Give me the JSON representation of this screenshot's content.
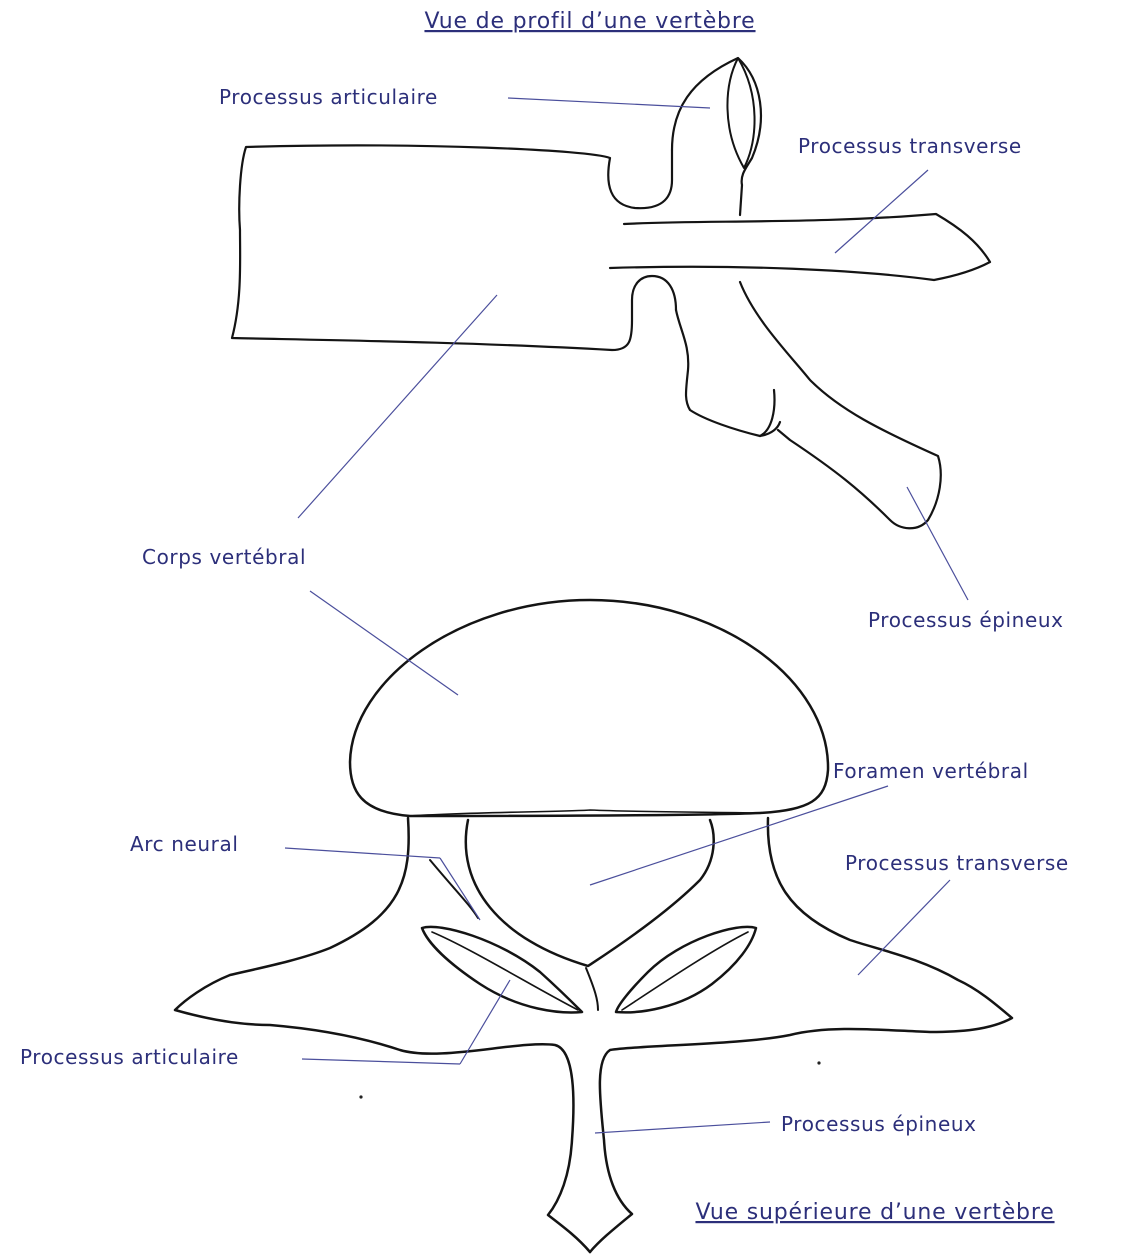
{
  "titles": {
    "side_view": "Vue de profil d’une vertèbre",
    "top_view": "Vue supérieure d’une vertèbre"
  },
  "side_view": {
    "articular_process": "Processus articulaire",
    "transverse_process": "Processus transverse",
    "vertebral_body": "Corps vertébral",
    "spinous_process": "Processus épineux"
  },
  "top_view": {
    "vertebral_foramen": "Foramen vertébral",
    "neural_arch": "Arc neural",
    "transverse_process": "Processus transverse",
    "articular_process": "Processus articulaire",
    "spinous_process": "Processus épineux"
  },
  "colors": {
    "label_text": "#2c2f7a",
    "leader_line": "#4b4f9c",
    "outline": "#141414",
    "background": "#ffffff"
  }
}
